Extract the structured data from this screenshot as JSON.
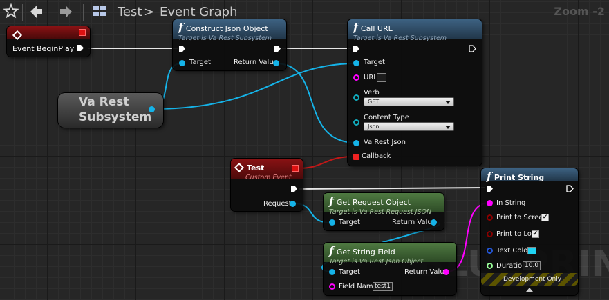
{
  "toolbar": {
    "breadcrumb_asset": "Test",
    "breadcrumb_separator": ">",
    "breadcrumb_graph": "Event Graph",
    "zoom": "Zoom -2",
    "icons": [
      "star-icon",
      "back-arrow-icon",
      "forward-arrow-icon",
      "blueprint-hierarchy-icon"
    ]
  },
  "watermark": "BLUEPRINT",
  "colors": {
    "event_header": "#7a0f10",
    "function_header": "#2d4a66",
    "pure_function_header": "#3e5f33",
    "object_pin": "#15b3e8",
    "string_pin": "#ff00ff",
    "delegate_pin": "#e22222",
    "exec_wire": "#f0f0f0"
  },
  "nodes": {
    "event_begin_play": {
      "title": "Event BeginPlay"
    },
    "construct_json": {
      "title": "Construct Json Object",
      "subtitle": "Target is Va Rest Subsystem",
      "pin_target": "Target",
      "pin_return": "Return Value"
    },
    "call_url": {
      "title": "Call URL",
      "subtitle": "Target is Va Rest Subsystem",
      "pin_target": "Target",
      "pin_url": "URL",
      "pin_verb": "Verb",
      "verb_value": "GET",
      "pin_content_type": "Content Type",
      "content_type_value": "Json",
      "pin_json": "Va Rest Json",
      "pin_callback": "Callback"
    },
    "subsystem": {
      "line1": "Va Rest",
      "line2": "Subsystem"
    },
    "custom_event": {
      "title": "Test",
      "subtitle": "Custom Event",
      "pin_request": "Request"
    },
    "get_request_object": {
      "title": "Get Request Object",
      "subtitle": "Target is Va Rest Request JSON",
      "pin_target": "Target",
      "pin_return": "Return Value"
    },
    "get_string_field": {
      "title": "Get String Field",
      "subtitle": "Target is Va Rest Json Object",
      "pin_target": "Target",
      "pin_return": "Return Value",
      "pin_field_name": "Field Name",
      "field_name_value": "test1"
    },
    "print_string": {
      "title": "Print String",
      "pin_in_string": "In String",
      "pin_print_screen": "Print to Screen",
      "print_screen_checked": "✔",
      "pin_print_log": "Print to Log",
      "print_log_checked": "✔",
      "pin_text_color": "Text Color",
      "pin_duration": "Duration",
      "duration_value": "10.0",
      "dev_only": "Development Only"
    }
  }
}
